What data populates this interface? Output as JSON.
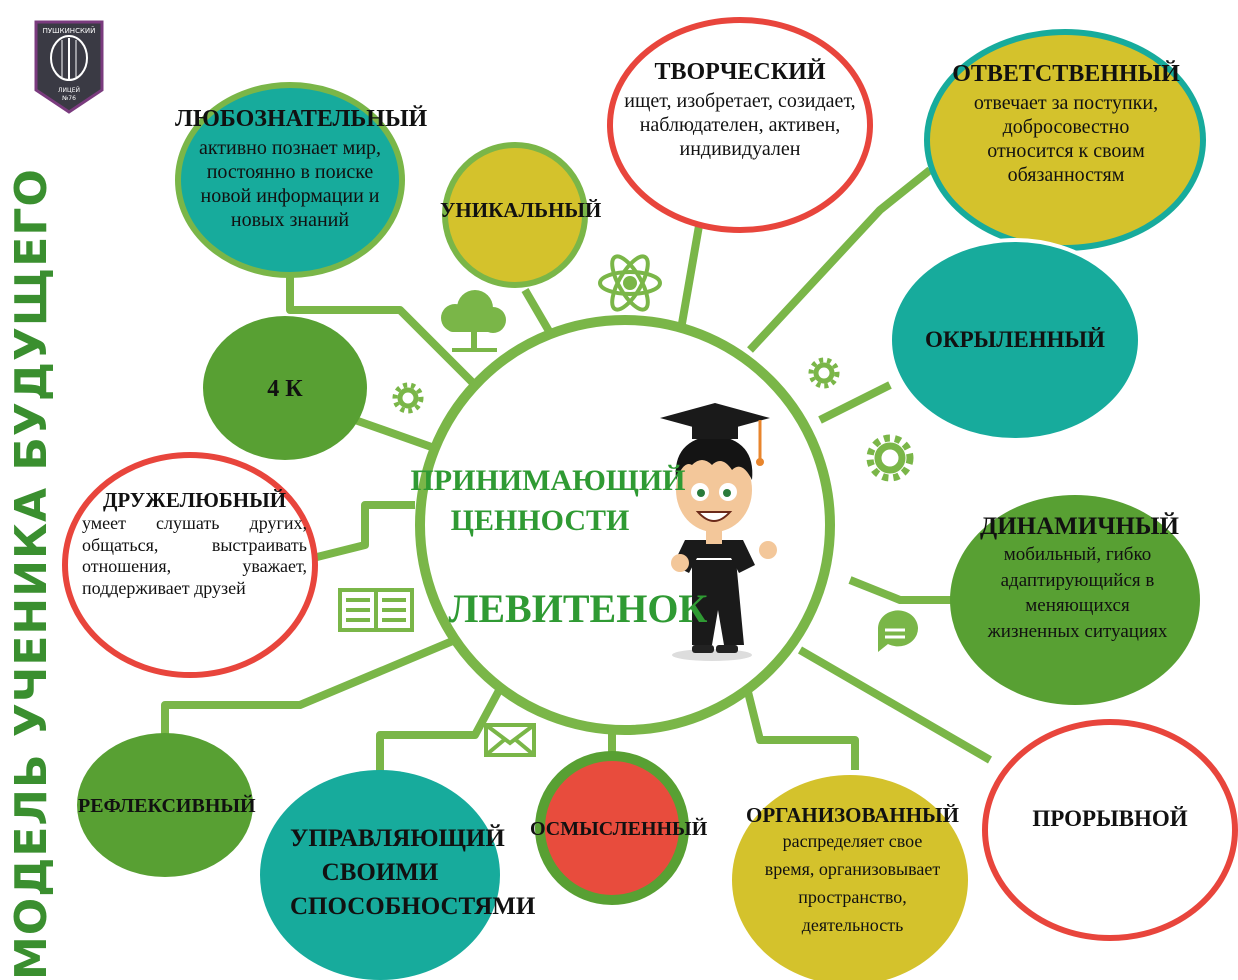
{
  "title": "МОДЕЛЬ УЧЕНИКА БУДУЩЕГО",
  "logo": {
    "line1": "ПУШКИНСКИЙ",
    "line2": "ЛИЦЕЙ",
    "line3": "№76"
  },
  "center": {
    "line1": "ПРИНИМАЮЩИЙ",
    "line2": "ЦЕННОСТИ",
    "name": "ЛЕВИТЕНОК"
  },
  "nodes": {
    "lyuboznatelny": {
      "title": "ЛЮБОЗНАТЕЛЬНЫЙ",
      "desc": "активно познает мир, постоянно в поиске новой информации и новых знаний"
    },
    "unikalny": {
      "title": "УНИКАЛЬНЫЙ"
    },
    "tvorchesky": {
      "title": "ТВОРЧЕСКИЙ",
      "desc": "ищет, изобретает, созидает, наблюдателен, активен, индивидуален"
    },
    "otvetstvenny": {
      "title": "ОТВЕТСТВЕННЫЙ",
      "desc": "отвечает за поступки, добросовестно относится к своим обязанностям"
    },
    "okrylenny": {
      "title": "ОКРЫЛЕННЫЙ"
    },
    "k4": {
      "title": "4 К"
    },
    "druzhelyubny": {
      "title": "ДРУЖЕЛЮБНЫЙ",
      "desc": "умеет слушать других, общаться, выстраивать отношения, уважает, поддерживает друзей"
    },
    "dinamichny": {
      "title": "ДИНАМИЧНЫЙ",
      "desc": "мобильный, гибко адаптирующийся в меняющихся жизненных ситуациях"
    },
    "refleksivny": {
      "title": "РЕФЛЕКСИВНЫЙ"
    },
    "upravlyayushchy": {
      "title": "УПРАВЛЯЮЩИЙ СВОИМИ СПОСОБНОСТЯМИ"
    },
    "osmyslenny": {
      "title": "ОСМЫСЛЕННЫЙ"
    },
    "organizovanny": {
      "title": "ОРГАНИЗОВАННЫЙ",
      "desc": "распределяет свое время, организовывает пространство, деятельность"
    },
    "proryvnoy": {
      "title": "ПРОРЫВНОЙ"
    }
  },
  "colors": {
    "green_line": "#7ab648",
    "teal": "#17ab9c",
    "olive_green": "#58a033",
    "mustard": "#d4c22c",
    "red_ring": "#e8453c",
    "red_fill": "#e84c3d",
    "title_green": "#3a8f2f"
  }
}
